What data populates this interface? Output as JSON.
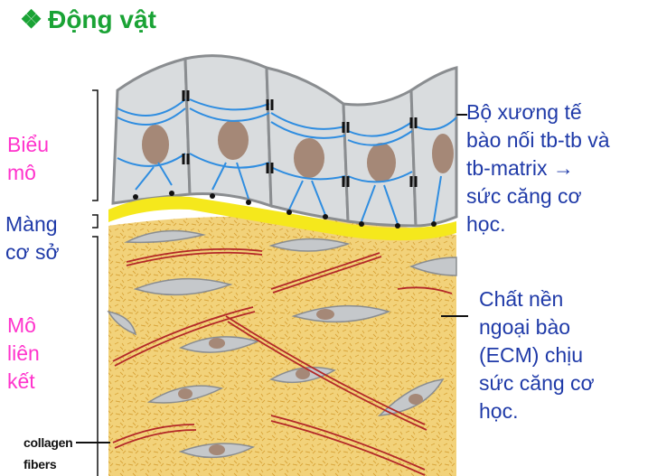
{
  "title": {
    "bullet": "❖",
    "text": "Động vật"
  },
  "left_labels": [
    {
      "lines": [
        "Biểu",
        "mô"
      ]
    },
    {
      "lines": [
        "Màng",
        "cơ sở"
      ]
    },
    {
      "lines": [
        "Mô",
        "liên",
        "kết"
      ]
    }
  ],
  "collagen_label": {
    "lines": [
      "collagen",
      "fibers"
    ]
  },
  "right_labels": [
    {
      "lines": [
        "Bộ xương tế",
        "bào nối tb-tb và",
        "tb-matrix →",
        "sức căng cơ",
        "học."
      ]
    },
    {
      "lines": [
        "Chất nền",
        "ngoại bào",
        "(ECM) chịu",
        "sức căng cơ",
        "học."
      ]
    }
  ],
  "colors": {
    "title": "#1aa335",
    "epithelium_label": "#ff33cc",
    "basement_label": "#1f3aa8",
    "connective_label": "#ff33cc",
    "callout_text": "#1f3aa8",
    "ecm": "#f2d27a",
    "basement_membrane": "#f5e81c",
    "cell_fill": "#d9dcde",
    "cell_outline": "#8a8d90",
    "nucleus": "#a58877",
    "cytoskeleton": "#2f8de0",
    "collagen": "#b32828",
    "fibroblast": "#c5c8cb"
  },
  "icons": [
    "epithelial-cell-icon",
    "nucleus-icon",
    "fibroblast-icon",
    "collagen-fiber-icon"
  ]
}
